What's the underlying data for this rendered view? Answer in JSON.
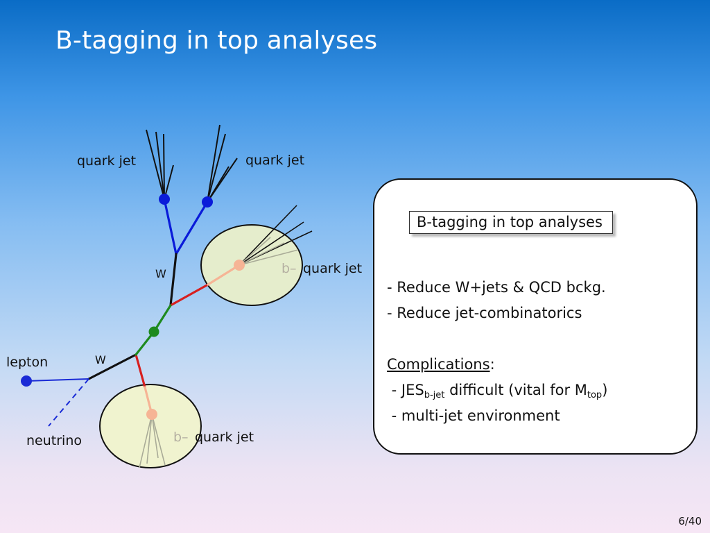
{
  "slide": {
    "title": "B-tagging in top analyses",
    "page_number": "6/40"
  },
  "diagram": {
    "labels": {
      "quark_jet_left": "quark jet",
      "quark_jet_right": "quark jet",
      "w_upper": "W",
      "w_lower": "W",
      "lepton": "lepton",
      "neutrino": "neutrino",
      "b_prefix_upper": "b–",
      "b_jet_upper": "quark jet",
      "b_prefix_lower": "b–",
      "b_jet_lower": "quark jet"
    },
    "colors": {
      "w_decay": "#0a1bd9",
      "b_quark": "#d71f1f",
      "top": "#1e8a1e",
      "b_hadron": "#f6b495",
      "b_jet_ellipse": "#e5edcc",
      "lepton": "#1a2bd6",
      "jet_lines": "#111111",
      "b_jet_tracks": "#a9ab97"
    }
  },
  "panel": {
    "title": "B-tagging in top analyses",
    "bullets": [
      "- Reduce W+jets & QCD bckg.",
      "- Reduce jet-combinatorics"
    ],
    "complications_heading": "Complications",
    "complications_colon": ":",
    "complication_1": {
      "prefix": " - JES",
      "sub1": "b-jet",
      "middle": " difficult (vital for M",
      "sub2": "top",
      "suffix": ")"
    },
    "complication_2": " - multi-jet environment"
  }
}
